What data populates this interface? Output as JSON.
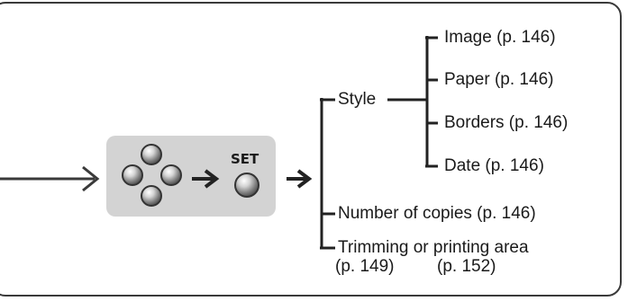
{
  "controls": {
    "set_label": "SET"
  },
  "menu": {
    "style": "Style",
    "style_items": [
      "Image (p. 146)",
      "Paper (p. 146)",
      "Borders (p. 146)",
      "Date (p. 146)"
    ],
    "number_of_copies": "Number of copies (p. 146)",
    "trimming_line1": "Trimming or printing area",
    "trimming_line2_a": "(p. 149)",
    "trimming_line2_b": "(p. 152)"
  }
}
